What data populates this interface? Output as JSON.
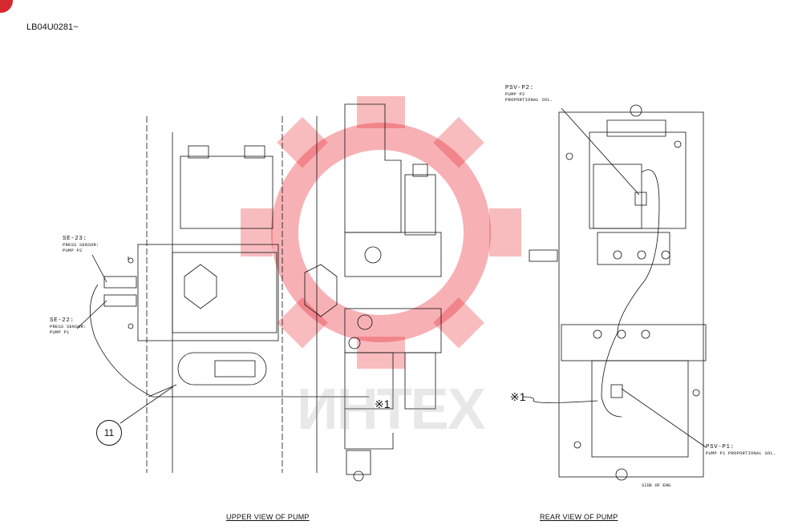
{
  "header": {
    "doc_id": "LB04U0281~"
  },
  "captions": {
    "upper_view": "UPPER VIEW OF PUMP",
    "rear_view": "REAR VIEW OF PUMP"
  },
  "labels": {
    "se23_id": "SE-23:",
    "se23_desc1": "PRESS SENSOR:",
    "se23_desc2": "PUMP P2",
    "se22_id": "SE-22:",
    "se22_desc1": "PRESS SENSOR:",
    "se22_desc2": "PUMP P1",
    "psvp2_id": "PSV-P2:",
    "psvp2_desc1": "PUMP P2",
    "psvp2_desc2": "PROPORTIONAL SOL.",
    "psvp1_id": "PSV-P1:",
    "psvp1_desc": "PUMP P1 PROPORTIONAL SOL.",
    "side_of_eng": "SIDE OF ENG"
  },
  "notes": {
    "note_a": "※1",
    "note_b": "※1"
  },
  "callouts": {
    "item_11": "11"
  },
  "watermark": {
    "text": "ИНТЕХ",
    "color": "#e8202a"
  }
}
